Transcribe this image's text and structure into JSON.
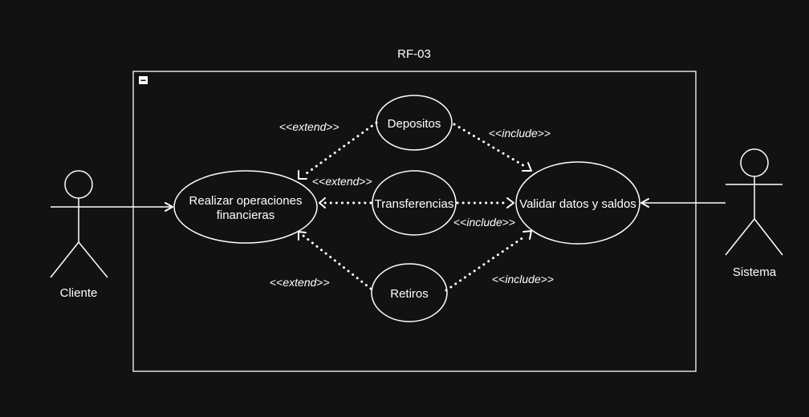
{
  "title": "RF-03",
  "actors": {
    "cliente": "Cliente",
    "sistema": "Sistema"
  },
  "use_cases": {
    "realizar_line1": "Realizar operaciones",
    "realizar_line2": "financieras",
    "depositos": "Depositos",
    "transferencias": "Transferencias",
    "retiros": "Retiros",
    "validar": "Validar datos y saldos"
  },
  "stereotypes": {
    "open": "<<",
    "close": ">>",
    "extend": "extend",
    "include": "include"
  },
  "boundary_toggle": "−"
}
